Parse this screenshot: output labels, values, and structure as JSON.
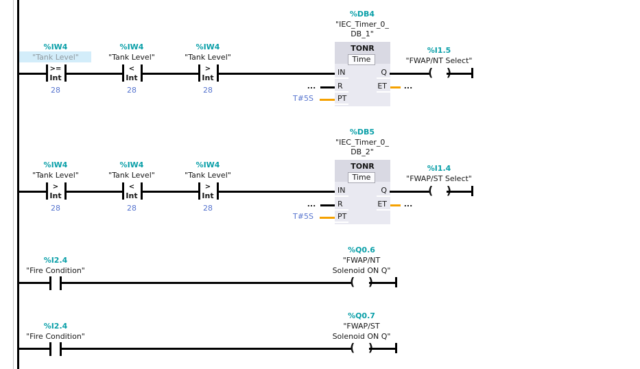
{
  "diagram": {
    "networks": [
      {
        "contacts": [
          {
            "address": "%IW4",
            "name": "\"Tank Level\"",
            "operator": ">=",
            "data_type": "Int",
            "value": "28",
            "highlighted": true
          },
          {
            "address": "%IW4",
            "name": "\"Tank Level\"",
            "operator": "<",
            "data_type": "Int",
            "value": "28"
          },
          {
            "address": "%IW4",
            "name": "\"Tank Level\"",
            "operator": ">",
            "data_type": "Int",
            "value": "28"
          }
        ],
        "timer": {
          "db_address": "%DB4",
          "db_name_1": "\"IEC_Timer_0_",
          "db_name_2": "DB_1\"",
          "block_type": "TONR",
          "time_type": "Time",
          "pin_in": "IN",
          "pin_r": "R",
          "pin_pt": "PT",
          "pin_q": "Q",
          "pin_et": "ET",
          "r_operand": "...",
          "pt_value": "T#5S",
          "et_operand": "..."
        },
        "coil": {
          "address": "%I1.5",
          "name": "\"FWAP/NT Select\""
        }
      },
      {
        "contacts": [
          {
            "address": "%IW4",
            "name": "\"Tank Level\"",
            "operator": ">",
            "data_type": "Int",
            "value": "28"
          },
          {
            "address": "%IW4",
            "name": "\"Tank Level\"",
            "operator": "<",
            "data_type": "Int",
            "value": "28"
          },
          {
            "address": "%IW4",
            "name": "\"Tank Level\"",
            "operator": ">",
            "data_type": "Int",
            "value": "28"
          }
        ],
        "timer": {
          "db_address": "%DB5",
          "db_name_1": "\"IEC_Timer_0_",
          "db_name_2": "DB_2\"",
          "block_type": "TONR",
          "time_type": "Time",
          "pin_in": "IN",
          "pin_r": "R",
          "pin_pt": "PT",
          "pin_q": "Q",
          "pin_et": "ET",
          "r_operand": "...",
          "pt_value": "T#5S",
          "et_operand": "..."
        },
        "coil": {
          "address": "%I1.4",
          "name": "\"FWAP/ST Select\""
        }
      },
      {
        "contact": {
          "address": "%I2.4",
          "name": "\"Fire Condition\""
        },
        "coil": {
          "address": "%Q0.6",
          "name_1": "\"FWAP/NT",
          "name_2": "Solenoid ON Q\""
        }
      },
      {
        "contact": {
          "address": "%I2.4",
          "name": "\"Fire Condition\""
        },
        "coil": {
          "address": "%Q0.7",
          "name_1": "\"FWAP/ST",
          "name_2": "Solenoid ON Q\""
        }
      }
    ]
  },
  "symbols": {
    "coil_open": "(",
    "coil_close": ")"
  },
  "colors": {
    "teal": "#0A9FA8",
    "blue": "#5573CE",
    "orange": "#F5A100",
    "block_header": "#D9D9E3",
    "block_body": "#E9E9F1",
    "highlight": "#D3EDFA"
  }
}
